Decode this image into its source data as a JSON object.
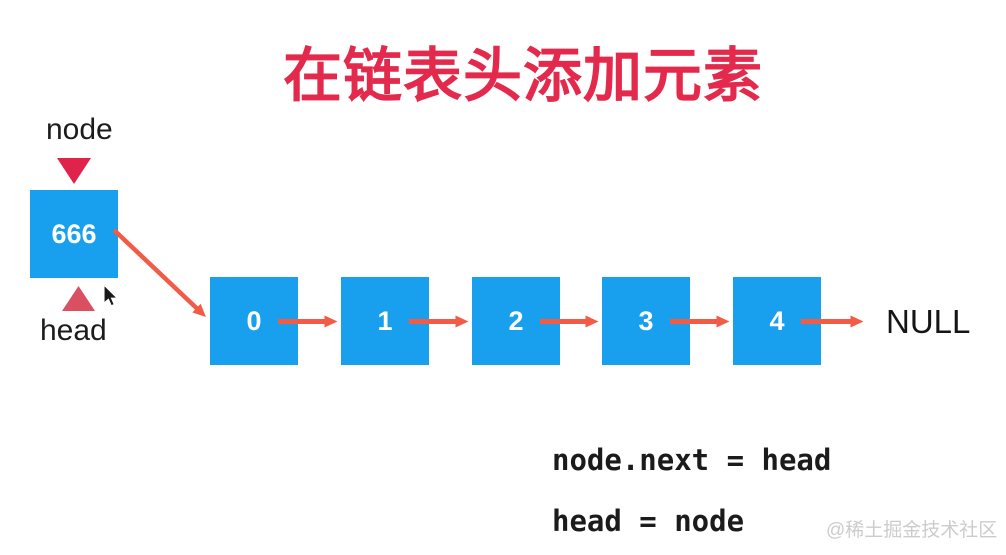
{
  "title": "在链表头添加元素",
  "colors": {
    "title": "#e42a4c",
    "node_box": "#18a0ef",
    "box_text": "#ffffff",
    "link_arrow": "#f25b45",
    "node_pointer_triangle": "#e0234b",
    "head_pointer_triangle": "#d95062",
    "label_text": "#1c1c1c",
    "watermark": "#cccccc"
  },
  "new_node": {
    "pointer_top_label": "node",
    "value": "666",
    "pointer_bottom_label": "head"
  },
  "list": {
    "nodes": [
      "0",
      "1",
      "2",
      "3",
      "4"
    ],
    "terminator": "NULL"
  },
  "code": {
    "lines": [
      "node.next = head",
      "head = node"
    ]
  },
  "watermark": "@稀土掘金技术社区",
  "icons": {
    "node_pointer": "triangle-down-icon",
    "head_pointer": "triangle-up-icon",
    "cursor": "mouse-pointer-icon",
    "links": "arrow-right-icon"
  }
}
